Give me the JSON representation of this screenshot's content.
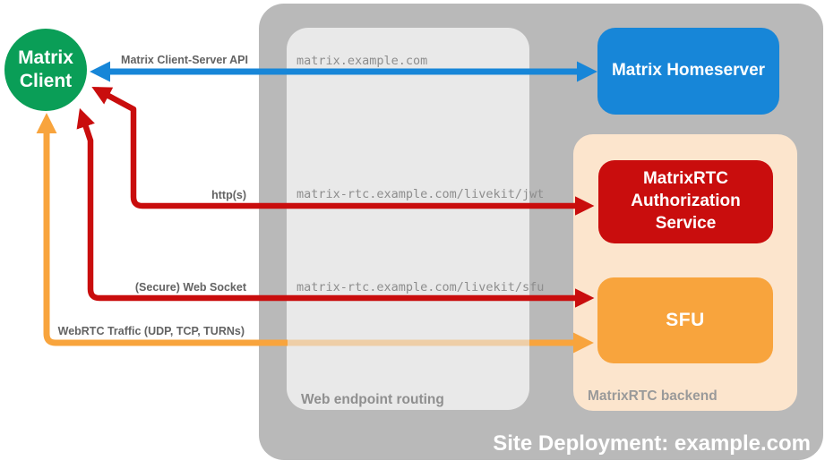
{
  "colors": {
    "green": "#0A9E57",
    "blue": "#1786D8",
    "red": "#C90D0D",
    "orange": "#F8A43D",
    "peach": "#FCE5CD",
    "outer_gray": "#B9B9B9",
    "routing_gray": "#E9E9E9",
    "label_gray": "#636363",
    "mono_gray": "#8D8D8D"
  },
  "nodes": {
    "matrix_client": {
      "label": "Matrix Client"
    },
    "matrix_homeserver": {
      "label": "Matrix Homeserver"
    },
    "auth_service": {
      "label": "MatrixRTC Authorization Service"
    },
    "sfu": {
      "label": "SFU"
    }
  },
  "containers": {
    "site": {
      "label": "Site Deployment: example.com"
    },
    "routing": {
      "label": "Web endpoint routing"
    },
    "backend": {
      "label": "MatrixRTC backend"
    }
  },
  "connections": [
    {
      "label": "Matrix Client-Server API",
      "endpoint": "matrix.example.com",
      "color": "blue",
      "from": "Matrix Client",
      "to": "Matrix Homeserver"
    },
    {
      "label": "http(s)",
      "endpoint": "matrix-rtc.example.com/livekit/jwt",
      "color": "red",
      "from": "Matrix Client",
      "to": "MatrixRTC Authorization Service"
    },
    {
      "label": "(Secure) Web Socket",
      "endpoint": "matrix-rtc.example.com/livekit/sfu",
      "color": "red",
      "from": "Matrix Client",
      "to": "SFU"
    },
    {
      "label": "WebRTC Traffic (UDP, TCP, TURNs)",
      "endpoint": "",
      "color": "orange",
      "from": "Matrix Client",
      "to": "SFU"
    }
  ]
}
